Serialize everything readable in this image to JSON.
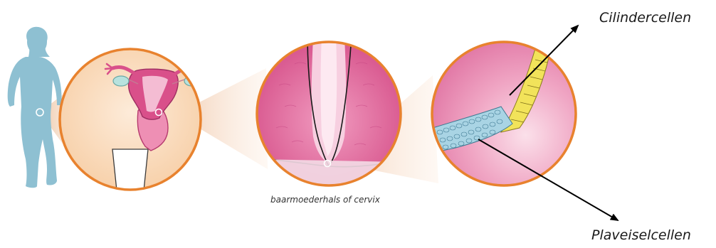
{
  "labels": {
    "columnar_cells": "Cilindercellen",
    "squamous_cells": "Plaveiselcellen",
    "cervix_caption": "baarmoederhals of cervix"
  },
  "colors": {
    "figure": "#8ec0d2",
    "circle_border": "#e8822e",
    "skin_bg": "#f9dcc0",
    "uterus_pink": "#d64f86",
    "tissue_pink": "#e67aa8",
    "columnar_yellow": "#f2e35a",
    "squamous_blue": "#a9d4e4",
    "arrow": "#000000"
  }
}
